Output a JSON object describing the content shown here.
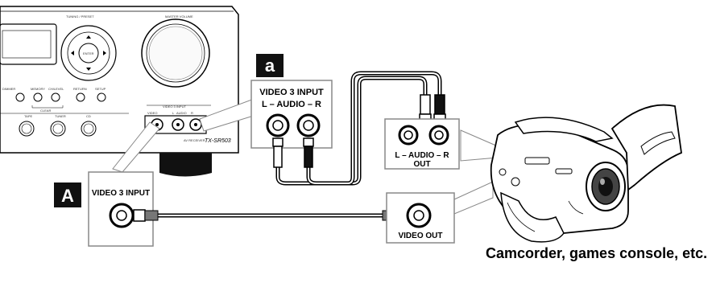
{
  "receiver": {
    "tuning_preset_label": "TUNING / PRESET",
    "master_volume_label": "MASTER VOLUME",
    "enter_label": "ENTER",
    "buttons": [
      "DIMMER",
      "MEMORY",
      "CH/LEVEL",
      "RETURN",
      "SETUP"
    ],
    "clear_label": "CLEAR",
    "source_buttons": [
      "TAPE",
      "TUNER",
      "CD"
    ],
    "front_input_label": "VIDEO 3 INPUT",
    "front_jack_labels": [
      "VIDEO",
      "L",
      "AUDIO",
      "R"
    ],
    "brand_text": "AV RECEIVER",
    "model": "TX-SR503"
  },
  "audio_callout": {
    "marker": "a",
    "title": "VIDEO 3 INPUT",
    "jacks_label": "L – AUDIO – R"
  },
  "video_callout": {
    "marker": "A",
    "title": "VIDEO 3 INPUT"
  },
  "camcorder": {
    "audio_out_label": "L – AUDIO – R",
    "audio_out_sub": "OUT",
    "video_out_label": "VIDEO OUT"
  },
  "caption": "Camcorder, games console, etc."
}
